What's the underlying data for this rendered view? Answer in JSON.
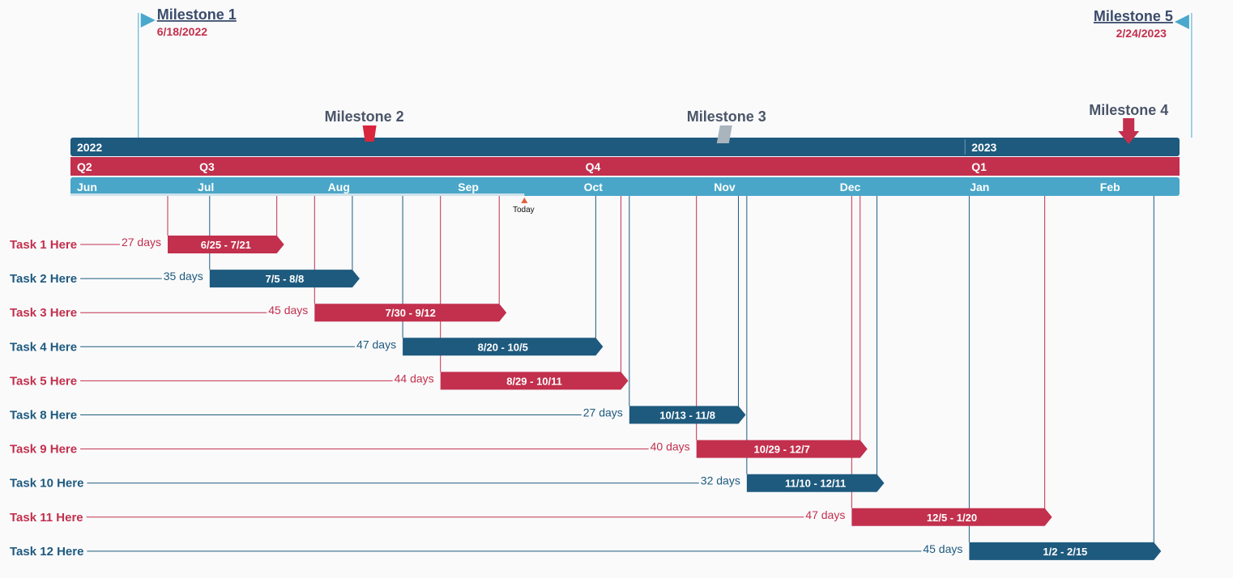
{
  "colors": {
    "red": "#c2304d",
    "blue": "#1e5a7e",
    "year_band": "#1e5a7e",
    "quarter_band": "#c2304d",
    "month_band": "#49a6c8",
    "milestone_grey": "#a9b4bd",
    "flag": "#4aa8cc",
    "today": "#e2603a"
  },
  "chart_data": {
    "type": "gantt",
    "x_range": [
      "2022-06-01",
      "2023-03-01"
    ],
    "timeline": {
      "years": [
        {
          "label": "2022",
          "start": "2022-06-01"
        },
        {
          "label": "2023",
          "start": "2023-01-01"
        }
      ],
      "quarters": [
        {
          "label": "Q2",
          "start": "2022-06-01"
        },
        {
          "label": "Q3",
          "start": "2022-07-01"
        },
        {
          "label": "Q4",
          "start": "2022-10-01"
        },
        {
          "label": "Q1",
          "start": "2023-01-01"
        }
      ],
      "months": [
        "Jun",
        "Jul",
        "Aug",
        "Sep",
        "Oct",
        "Nov",
        "Dec",
        "Jan",
        "Feb"
      ],
      "today": {
        "label": "Today",
        "date": "2022-09-18"
      }
    },
    "milestones": [
      {
        "name": "Milestone 1",
        "date": "2022-06-18",
        "date_label": "6/18/2022",
        "style": "flag",
        "placement": "top-left"
      },
      {
        "name": "Milestone 2",
        "date": "2022-08-12",
        "date_label": "",
        "style": "red-marker",
        "placement": "timeline"
      },
      {
        "name": "Milestone 3",
        "date": "2022-11-04",
        "date_label": "",
        "style": "grey-marker",
        "placement": "timeline"
      },
      {
        "name": "Milestone 4",
        "date": "2023-02-09",
        "date_label": "",
        "style": "red-arrow",
        "placement": "timeline"
      },
      {
        "name": "Milestone 5",
        "date": "2023-02-24",
        "date_label": "2/24/2023",
        "style": "flag",
        "placement": "top-right"
      }
    ],
    "tasks": [
      {
        "name": "Task 1 Here",
        "start": "2022-06-25",
        "end": "2022-07-21",
        "range_label": "6/25 - 7/21",
        "duration": "27 days",
        "color": "red"
      },
      {
        "name": "Task 2 Here",
        "start": "2022-07-05",
        "end": "2022-08-08",
        "range_label": "7/5 - 8/8",
        "duration": "35 days",
        "color": "blue"
      },
      {
        "name": "Task 3 Here",
        "start": "2022-07-30",
        "end": "2022-09-12",
        "range_label": "7/30 - 9/12",
        "duration": "45 days",
        "color": "red"
      },
      {
        "name": "Task 4 Here",
        "start": "2022-08-20",
        "end": "2022-10-05",
        "range_label": "8/20 - 10/5",
        "duration": "47 days",
        "color": "blue"
      },
      {
        "name": "Task 5 Here",
        "start": "2022-08-29",
        "end": "2022-10-11",
        "range_label": "8/29 -  10/11",
        "duration": "44 days",
        "color": "red"
      },
      {
        "name": "Task 8 Here",
        "start": "2022-10-13",
        "end": "2022-11-08",
        "range_label": "10/13 - 11/8",
        "duration": "27 days",
        "color": "blue"
      },
      {
        "name": "Task 9 Here",
        "start": "2022-10-29",
        "end": "2022-12-07",
        "range_label": "10/29 - 12/7",
        "duration": "40 days",
        "color": "red"
      },
      {
        "name": "Task 10 Here",
        "start": "2022-11-10",
        "end": "2022-12-11",
        "range_label": "11/10 - 12/11",
        "duration": "32 days",
        "color": "blue"
      },
      {
        "name": "Task 11 Here",
        "start": "2022-12-05",
        "end": "2023-01-20",
        "range_label": "12/5 - 1/20",
        "duration": "47 days",
        "color": "red"
      },
      {
        "name": "Task 12 Here",
        "start": "2023-01-02",
        "end": "2023-02-15",
        "range_label": "1/2 - 2/15",
        "duration": "45 days",
        "color": "blue"
      }
    ]
  }
}
